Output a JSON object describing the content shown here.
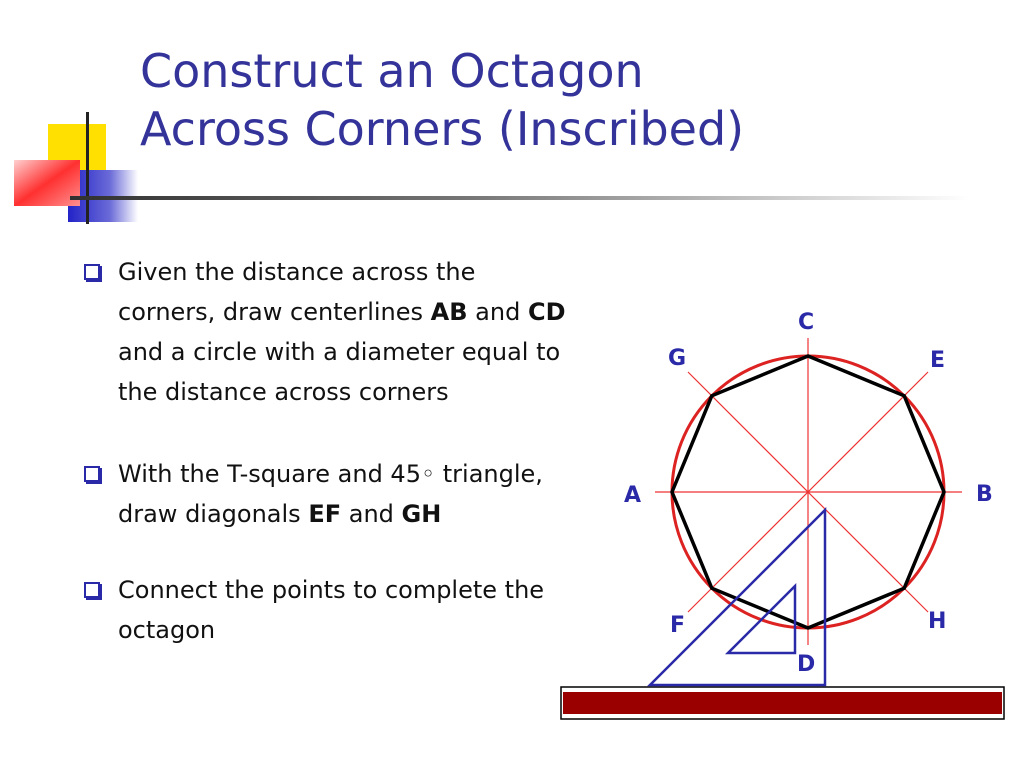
{
  "title": {
    "line1": "Construct an Octagon",
    "line2": "Across Corners (Inscribed)"
  },
  "bullets": [
    {
      "pre": "Given the distance across the corners, draw centerlines ",
      "b1": "AB",
      "mid": " and ",
      "b2": "CD",
      "post": " and a circle with a diameter equal to the distance across corners"
    },
    {
      "pre": "With the T-square and 45◦ triangle, draw diagonals ",
      "b1": "EF",
      "mid": " and ",
      "b2": "GH",
      "post": ""
    },
    {
      "pre": "Connect the points to complete the octagon",
      "b1": "",
      "mid": "",
      "b2": "",
      "post": ""
    }
  ],
  "diagram": {
    "labels": {
      "A": "A",
      "B": "B",
      "C": "C",
      "D": "D",
      "E": "E",
      "F": "F",
      "G": "G",
      "H": "H"
    },
    "colors": {
      "circle": "#dd2222",
      "centerline": "#ee3333",
      "octagon": "#000000",
      "triangle": "#2a2aa8",
      "tsquare": "#9b0000",
      "label": "#2a2aa8"
    }
  }
}
